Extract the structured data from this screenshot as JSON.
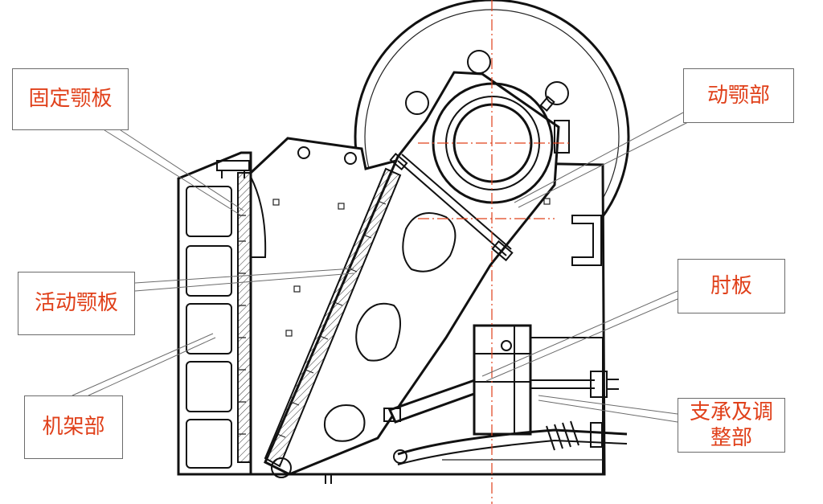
{
  "labels": {
    "fixed_jaw_plate": "固定颚板",
    "moving_jaw_plate": "活动颚板",
    "frame": "机架部",
    "moving_jaw_part": "动颚部",
    "toggle_plate": "肘板",
    "support_adjust": "支承及调整部"
  },
  "colors": {
    "label_text": "#e0401a",
    "centerline": "#e0401a",
    "outline": "#111111"
  }
}
